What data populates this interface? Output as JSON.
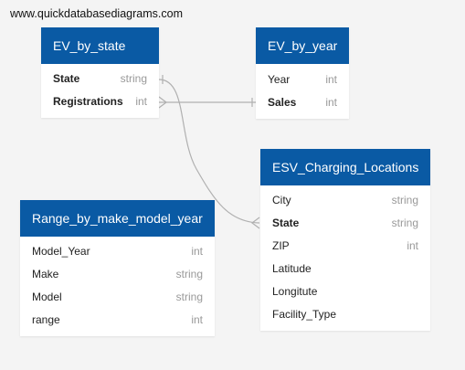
{
  "watermark": "www.quickdatabasediagrams.com",
  "tables": [
    {
      "name": "EV_by_state",
      "fields": [
        {
          "name": "State",
          "type": "string",
          "bold": true
        },
        {
          "name": "Registrations",
          "type": "int",
          "bold": true
        }
      ]
    },
    {
      "name": "EV_by_year",
      "fields": [
        {
          "name": "Year",
          "type": "int",
          "bold": false
        },
        {
          "name": "Sales",
          "type": "int",
          "bold": true
        }
      ]
    },
    {
      "name": "ESV_Charging_Locations",
      "fields": [
        {
          "name": "City",
          "type": "string",
          "bold": false
        },
        {
          "name": "State",
          "type": "string",
          "bold": true
        },
        {
          "name": "ZIP",
          "type": "int",
          "bold": false
        },
        {
          "name": "Latitude",
          "type": "",
          "bold": false
        },
        {
          "name": "Longitute",
          "type": "",
          "bold": false
        },
        {
          "name": "Facility_Type",
          "type": "",
          "bold": false
        }
      ]
    },
    {
      "name": "Range_by_make_model_year",
      "fields": [
        {
          "name": "Model_Year",
          "type": "int",
          "bold": false
        },
        {
          "name": "Make",
          "type": "string",
          "bold": false
        },
        {
          "name": "Model",
          "type": "string",
          "bold": false
        },
        {
          "name": "range",
          "type": "int",
          "bold": false
        }
      ]
    }
  ],
  "relationships": [
    {
      "from": "EV_by_state.State",
      "to": "ESV_Charging_Locations.State"
    },
    {
      "from": "EV_by_state.Registrations",
      "to": "EV_by_year.Sales"
    }
  ],
  "colors": {
    "header": "#0a5aa4",
    "link": "#b0b0b0"
  }
}
